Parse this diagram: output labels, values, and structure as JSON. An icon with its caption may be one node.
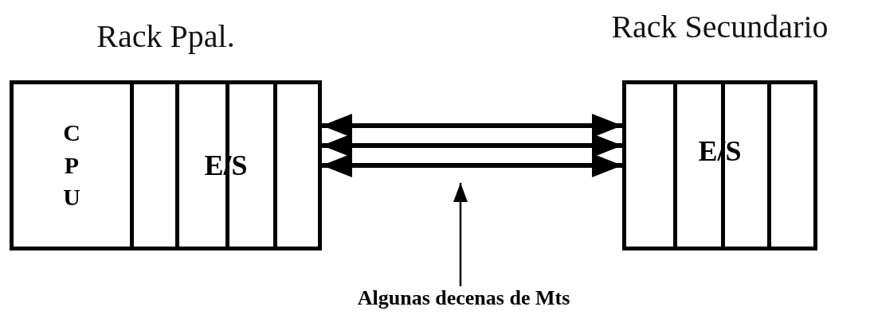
{
  "diagram": {
    "nodes": [
      {
        "text": [
          "Rack Ppal."
        ]
      },
      {
        "text": [
          "C P U"
        ],
        "in": 0
      },
      {
        "text": [
          "E/S"
        ],
        "in": 0
      },
      {
        "text": [
          "Rack Secundario"
        ]
      },
      {
        "text": [
          "E/S"
        ],
        "in": 3
      },
      {
        "text": [
          "Algunas decenas de Mts"
        ]
      }
    ],
    "edges": [
      {
        "from": 2,
        "to": 4,
        "arrow": "both"
      },
      {
        "from": 2,
        "to": 4,
        "arrow": "both"
      },
      {
        "from": 2,
        "to": 4,
        "arrow": "both"
      },
      {
        "from": 5,
        "to": null,
        "arrow": "to"
      }
    ]
  }
}
